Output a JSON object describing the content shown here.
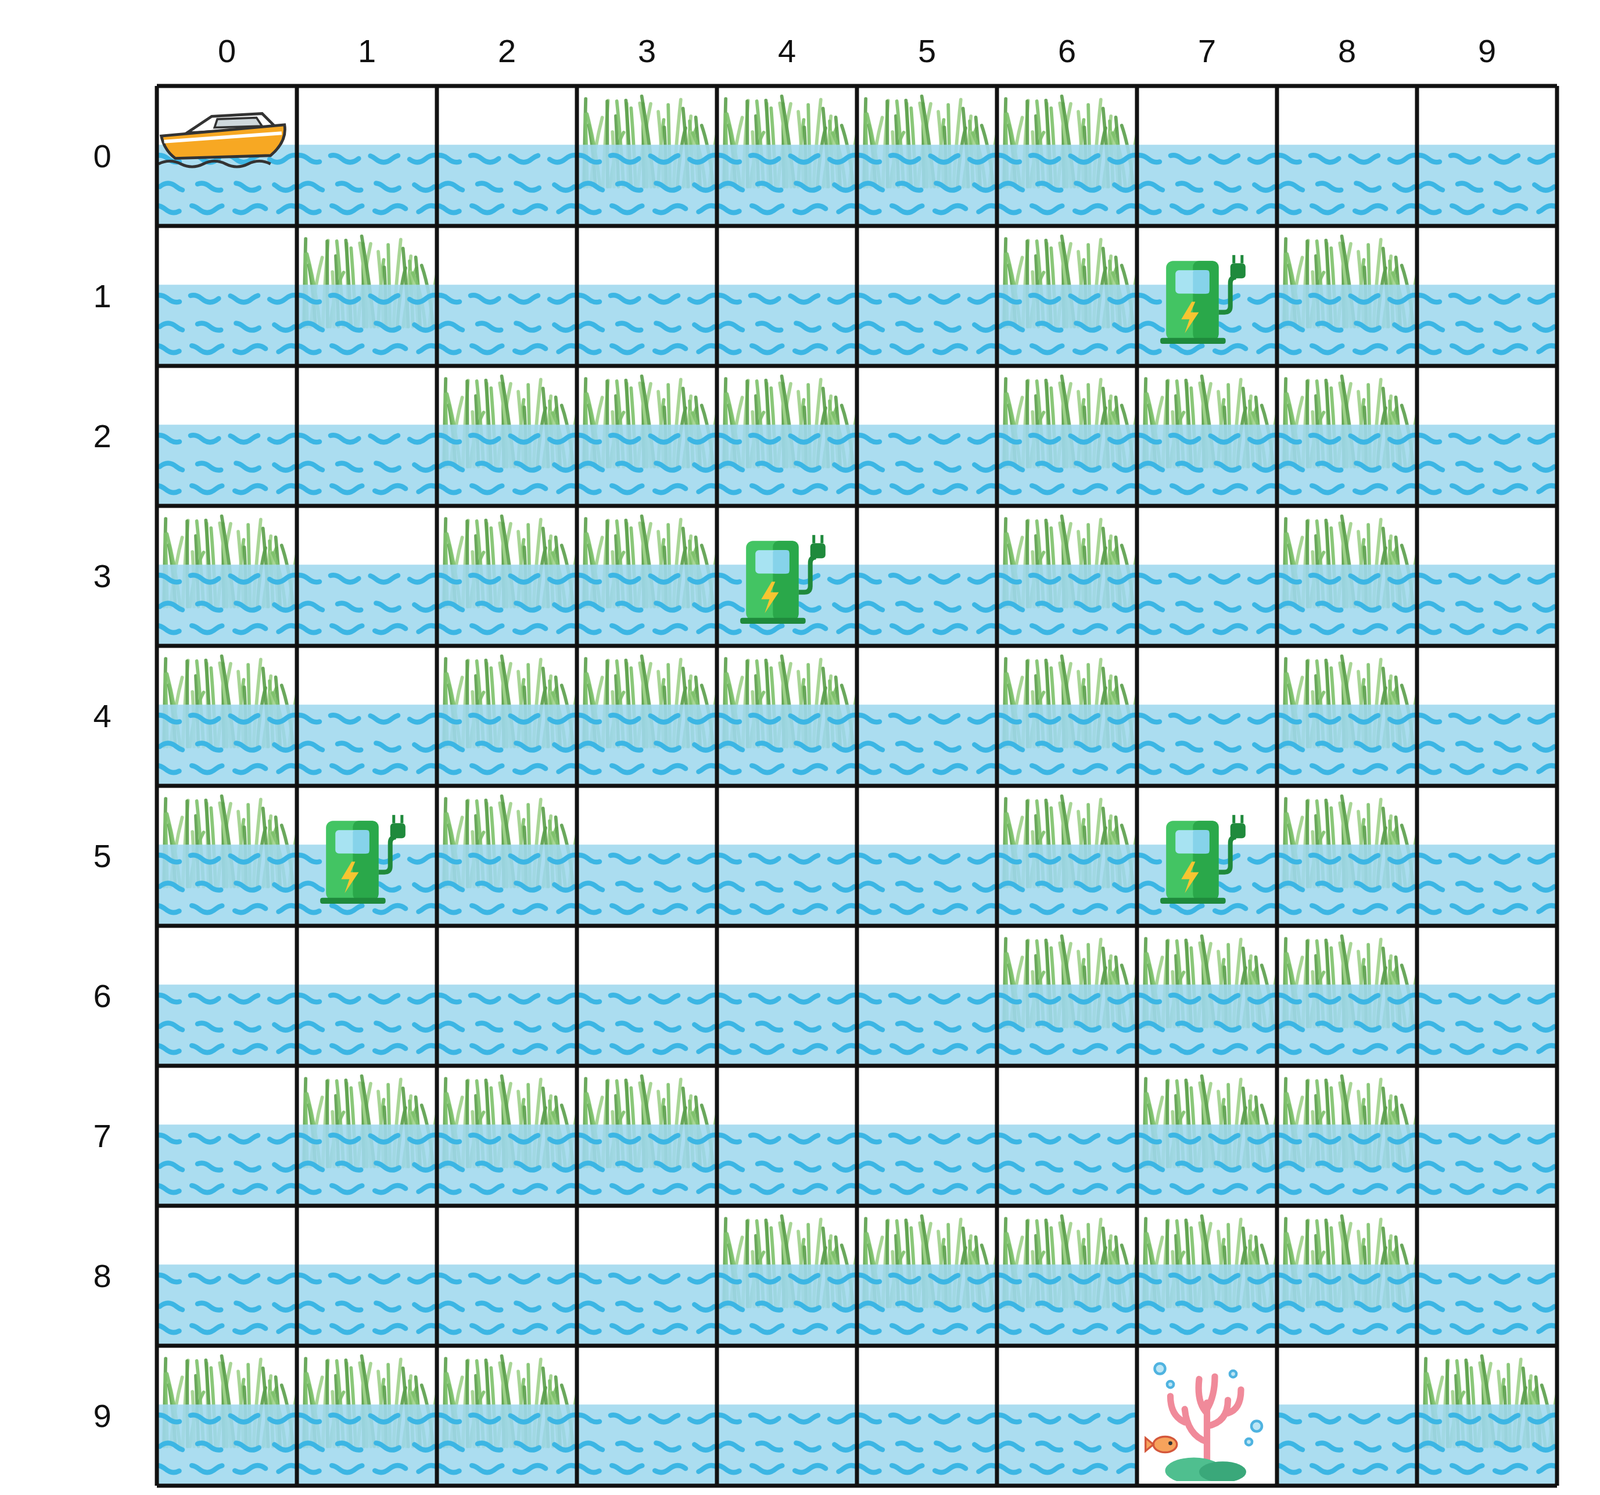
{
  "diagram": {
    "labels": [
      "0",
      "1",
      "2",
      "3",
      "4",
      "5",
      "6",
      "7",
      "8",
      "9",
      "0",
      "1",
      "2",
      "3",
      "4",
      "5",
      "6",
      "7",
      "8",
      "9"
    ]
  }
}
